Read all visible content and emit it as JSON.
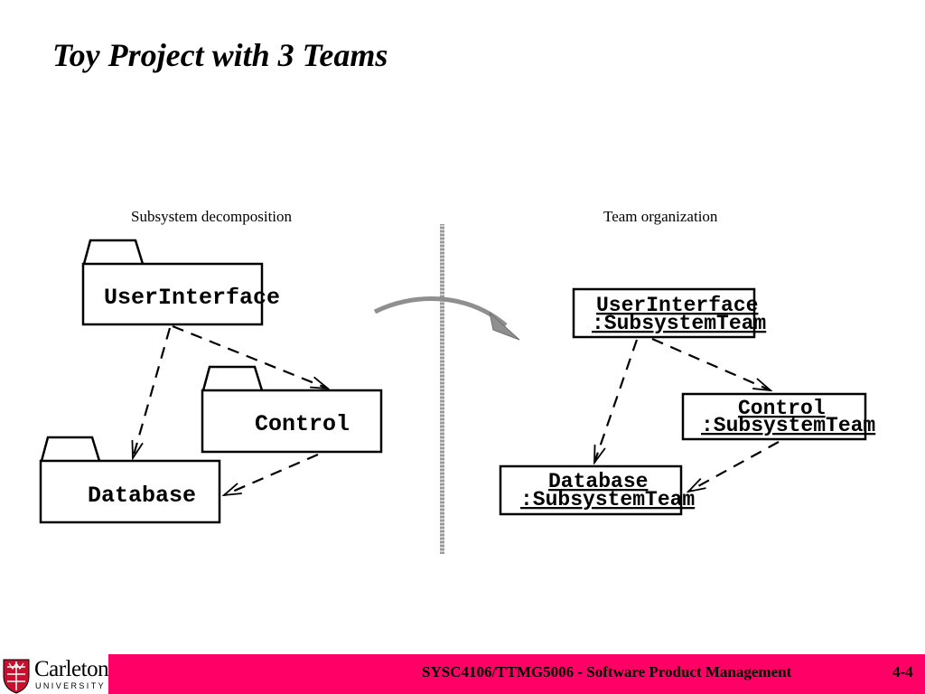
{
  "slide": {
    "title": "Toy Project with 3 Teams"
  },
  "left_panel": {
    "caption": "Subsystem decomposition",
    "packages": {
      "user_interface": "UserInterface",
      "control": "Control",
      "database": "Database"
    }
  },
  "right_panel": {
    "caption": "Team organization",
    "objects": {
      "user_interface": {
        "name": "UserInterface",
        "type": ":SubsystemTeam"
      },
      "control": {
        "name": "Control",
        "type": ":SubsystemTeam"
      },
      "database": {
        "name": "Database",
        "type": ":SubsystemTeam"
      }
    }
  },
  "footer": {
    "course": "SYSC4106/TTMG5006 - Software Product Management",
    "page": "4-4",
    "logo_name": "Carleton",
    "logo_sub": "UNIVERSITY",
    "bar_color": "#ff0066"
  }
}
